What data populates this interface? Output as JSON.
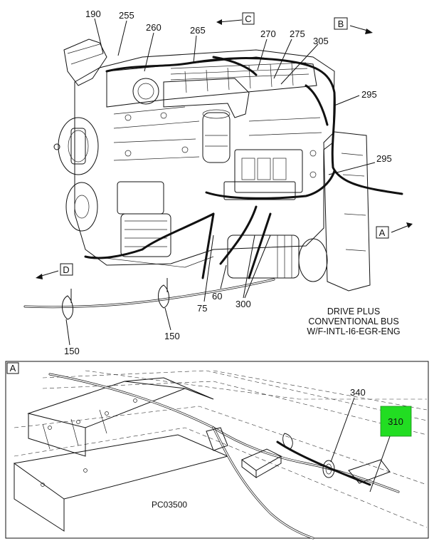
{
  "callouts": {
    "c190": "190",
    "c255": "255",
    "c260": "260",
    "c265": "265",
    "c270": "270",
    "c275": "275",
    "c305": "305",
    "c295a": "295",
    "c295b": "295",
    "c75": "75",
    "c60": "60",
    "c300": "300",
    "c150a": "150",
    "c150b": "150",
    "c340": "340",
    "c310": "310"
  },
  "view_labels": {
    "a": "A",
    "b": "B",
    "c": "C",
    "d": "D",
    "detail_a": "A"
  },
  "title_lines": [
    "DRIVE PLUS",
    "CONVENTIONAL BUS",
    "W/F-INTL-I6-EGR-ENG"
  ],
  "figure_id": "PC03500",
  "colors": {
    "highlight": "#22dd22"
  }
}
